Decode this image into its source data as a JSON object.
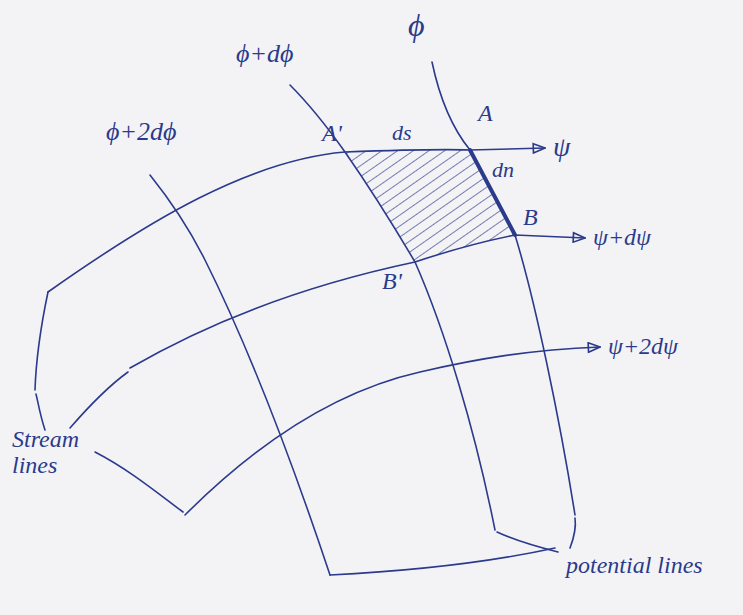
{
  "diagram": {
    "labels": [
      "ϕ",
      "ϕ+dϕ",
      "ϕ+2dϕ",
      "A",
      "A'",
      "ds",
      "dn",
      "B",
      "B'",
      "ψ",
      "ψ+dψ",
      "ψ+2dψ",
      "Stream lines",
      "potential lines"
    ]
  }
}
